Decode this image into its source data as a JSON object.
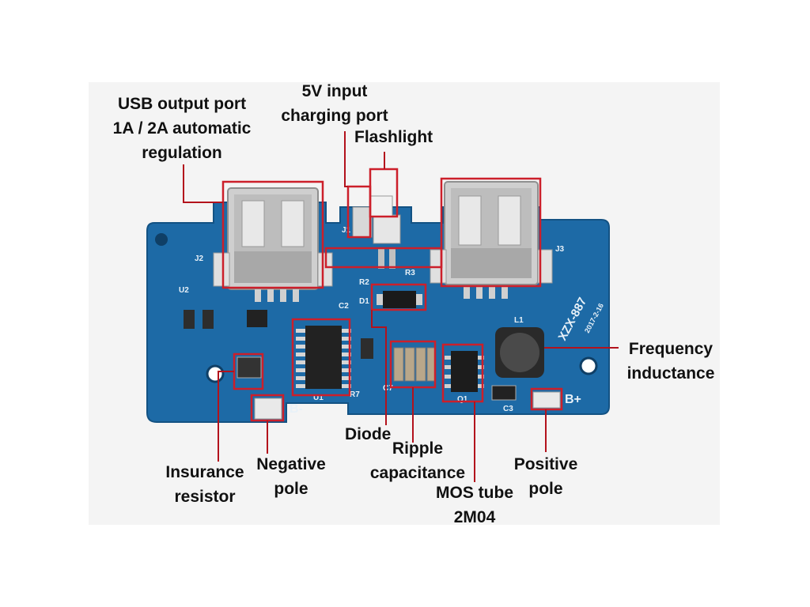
{
  "labels": {
    "usb_output": [
      "USB output port",
      "1A / 2A automatic",
      "regulation"
    ],
    "input_port": [
      "5V input",
      "charging port"
    ],
    "flashlight": [
      "Flashlight"
    ],
    "frequency_inductance": [
      "Frequency",
      "inductance"
    ],
    "diode": [
      "Diode"
    ],
    "ripple_capacitance": [
      "Ripple",
      "capacitance"
    ],
    "insurance_resistor": [
      "Insurance",
      "resistor"
    ],
    "negative_pole": [
      "Negative",
      "pole"
    ],
    "mos_tube": [
      "MOS tube",
      "2M04"
    ],
    "positive_pole": [
      "Positive",
      "pole"
    ]
  },
  "silkscreen": {
    "model": "XZX-887",
    "date": "2017-2-16",
    "j1": "J1",
    "j2": "J2",
    "j3": "J3",
    "u1": "U1",
    "u2": "U2",
    "q1": "Q1",
    "d1": "D1",
    "l1": "L1",
    "r2": "R2",
    "r3": "R3",
    "r7": "R7",
    "c2": "C2",
    "c3": "C3",
    "c7": "C7",
    "b_plus": "B+",
    "b_minus": "B-"
  },
  "colors": {
    "pcb": "#1d6aa6",
    "pcb_dark": "#135283",
    "highlight": "#cc1f2a",
    "leader": "#b3121c",
    "metal": "#c9c9c9",
    "text": "#111111"
  }
}
